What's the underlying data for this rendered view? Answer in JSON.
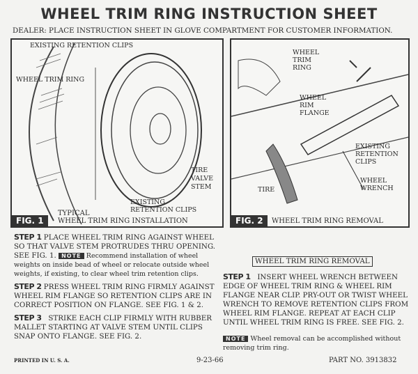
{
  "title": "WHEEL TRIM RING INSTRUCTION SHEET",
  "dealer_note": "DEALER: PLACE INSTRUCTION SHEET IN GLOVE COMPARTMENT FOR CUSTOMER INFORMATION.",
  "fig1": {
    "tag": "FIG. 1",
    "caption_1": "TYPICAL",
    "caption_2": "WHEEL TRIM RING INSTALLATION",
    "labels": {
      "clips_top": "EXISTING RETENTION CLIPS",
      "ring": "WHEEL TRIM RING",
      "valve": [
        "TIRE",
        "VALVE",
        "STEM"
      ],
      "clips_bottom": [
        "EXISTING",
        "RETENTION CLIPS"
      ]
    }
  },
  "fig2": {
    "tag": "FIG. 2",
    "caption": "WHEEL TRIM RING REMOVAL",
    "labels": {
      "ring": [
        "WHEEL",
        "TRIM",
        "RING"
      ],
      "flange": [
        "WHEEL",
        "RIM",
        "FLANGE"
      ],
      "clips": [
        "EXISTING",
        "RETENTION",
        "CLIPS"
      ],
      "wrench": [
        "WHEEL",
        "WRENCH"
      ],
      "tire": "TIRE"
    }
  },
  "install": {
    "step1_label": "STEP 1",
    "step1_text": "PLACE WHEEL TRIM RING AGAINST WHEEL SO THAT VALVE STEM PROTRUDES THRU OPENING.  SEE FIG. 1.",
    "note_label": "NOTE",
    "step1_note": "Recommend installation of wheel weights on inside bead of wheel or relocate outside wheel weights, if existing, to clear wheel trim retention clips.",
    "step2_label": "STEP 2",
    "step2_text": "PRESS WHEEL TRIM RING FIRMLY AGAINST WHEEL RIM FLANGE SO RETENTION CLIPS ARE IN CORRECT POSITION ON FLANGE.  SEE FIG. 1 & 2.",
    "step3_label": "STEP 3",
    "step3_text": "STRIKE EACH CLIP FIRMLY WITH RUBBER MALLET STARTING AT VALVE STEM UNTIL CLIPS SNAP ONTO FLANGE. SEE FIG. 2."
  },
  "removal": {
    "heading": "WHEEL TRIM RING REMOVAL",
    "step1_label": "STEP 1",
    "step1_text": "INSERT WHEEL WRENCH BETWEEN EDGE OF WHEEL TRIM RING & WHEEL RIM FLANGE NEAR CLIP.  PRY-OUT OR TWIST WHEEL WRENCH TO REMOVE RETENTION CLIPS FROM WHEEL RIM FLANGE.  REPEAT AT EACH CLIP UNTIL WHEEL TRIM RING IS FREE.  SEE FIG. 2.",
    "note_label": "NOTE",
    "note_text": "Wheel removal can be accomplished without removing trim ring."
  },
  "footer": {
    "printed": "PRINTED IN U. S. A.",
    "date": "9-23-66",
    "part_no": "PART NO. 3913832"
  }
}
